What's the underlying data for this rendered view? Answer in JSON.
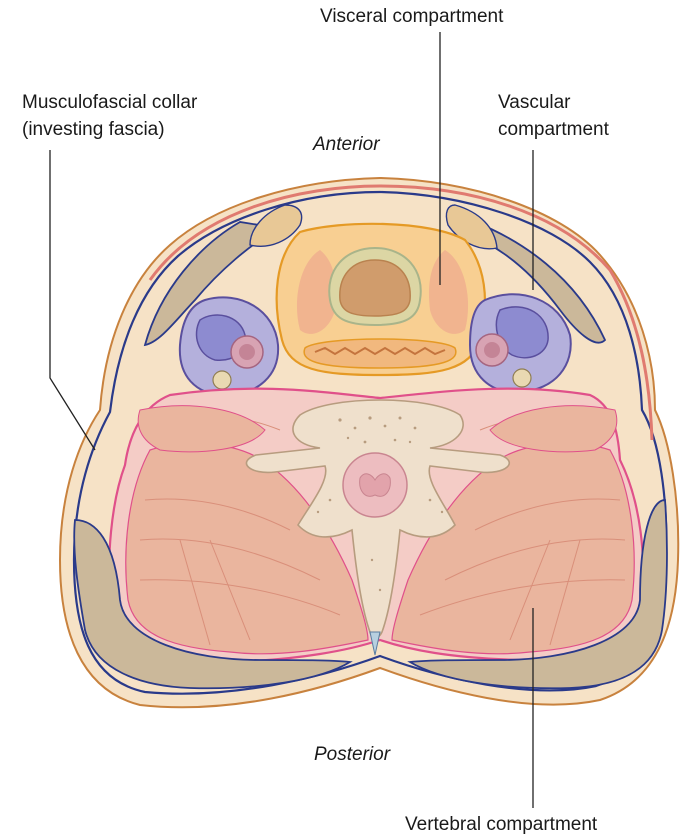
{
  "labels": {
    "visceral": "Visceral compartment",
    "collar_line1": "Musculofascial collar",
    "collar_line2": "(investing fascia)",
    "vascular_line1": "Vascular",
    "vascular_line2": "compartment",
    "anterior": "Anterior",
    "posterior": "Posterior",
    "vertebral": "Vertebral compartment"
  },
  "colors": {
    "skin": "#f6e2c6",
    "fascia": "#2a3a8a",
    "muscle": "#eab59e",
    "muscle_dark": "#d98f7a",
    "sternocleidomastoid": "#cbb89a",
    "visceral_fill": "#f8cf92",
    "visceral_border": "#e59a25",
    "vascular_fill": "#b4b0dc",
    "vascular_border": "#5a4f9e",
    "vertebral_fill": "#f4ccc6",
    "vertebral_border": "#e0508a",
    "bone": "#efe0cc"
  }
}
